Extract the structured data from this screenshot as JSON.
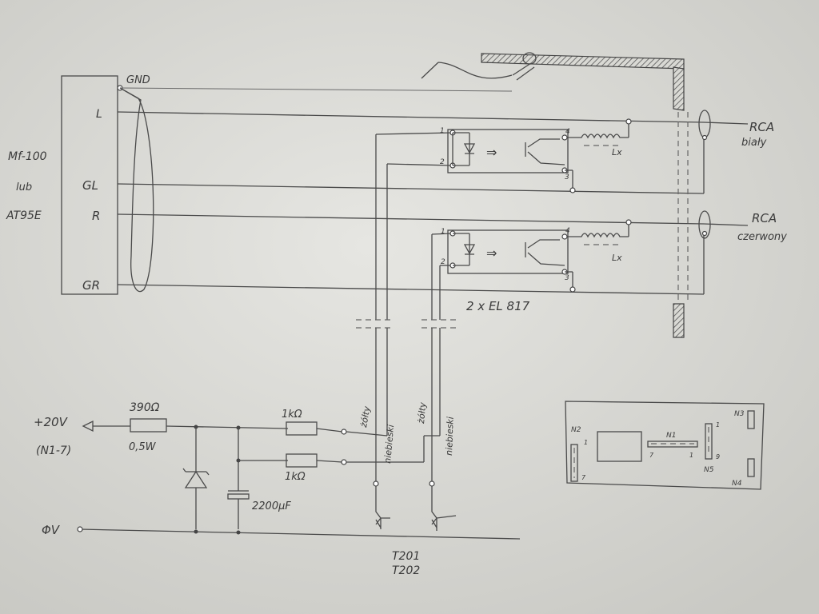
{
  "labels": {
    "gnd": "GND",
    "l": "L",
    "gl": "GL",
    "r": "R",
    "gr": "GR",
    "module_line1": "Mf-100",
    "module_line2": "lub",
    "module_line3": "AT95E",
    "rca_top": "RCA",
    "rca_top_color": "biały",
    "rca_bottom": "RCA",
    "rca_bottom_color": "czerwony",
    "optocoupler": "2 x EL 817",
    "lx": "Lx",
    "pin1": "1",
    "pin2": "2",
    "pin3": "3",
    "pin4": "4",
    "arrow": "⇒",
    "supply": "+20V",
    "supply_ref": "(N1-7)",
    "ground": "ΦV",
    "r_series": "390Ω",
    "r_series_power": "0,5W",
    "r_1k_top": "1kΩ",
    "r_1k_bottom": "1kΩ",
    "capacitor": "2200μF",
    "wire_yellow_1": "żółty",
    "wire_blue_1": "niebieski",
    "wire_yellow_2": "żółty",
    "wire_blue_2": "niebieski",
    "transistor_1": "T201",
    "transistor_2": "T202"
  },
  "board": {
    "n1": "N1",
    "n2": "N2",
    "n3": "N3",
    "n4": "N4",
    "n5": "N5",
    "n1_pin_left": "7",
    "n1_pin_right": "1",
    "n2_pin_top": "1",
    "n2_pin_bottom": "7",
    "n5_pin_top": "1",
    "n5_pin_bottom": "9"
  }
}
